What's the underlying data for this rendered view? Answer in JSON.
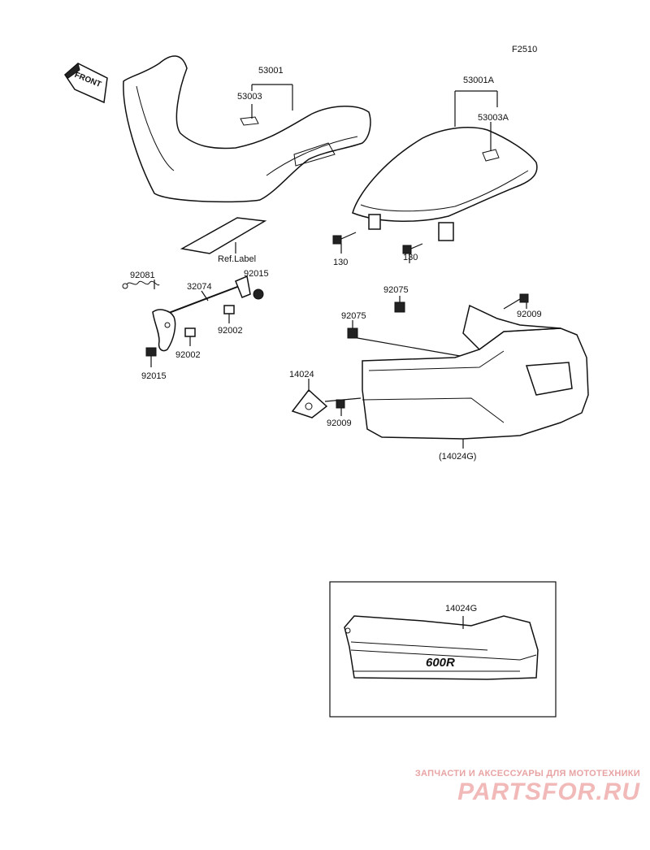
{
  "figure_code": "F2510",
  "front_tag": "FRONT",
  "ref_label": "Ref.Label",
  "inset_logo": "600R",
  "callouts": {
    "seat_front": "53001",
    "seat_front_emblem": "53003",
    "seat_rear": "53001A",
    "seat_rear_emblem": "53003A",
    "bolt_left": "130",
    "bolt_right": "130",
    "spring": "92081",
    "cable": "32074",
    "nut_top": "92015",
    "grommet_a": "92002",
    "grommet_b": "92002",
    "nut_bottom": "92015",
    "clip_upper": "92075",
    "clip_lower": "92075",
    "screw_right": "92009",
    "bracket": "14024",
    "screw_left": "92009",
    "cover_assy": "(14024G)",
    "inset_cover": "14024G"
  },
  "watermark": {
    "tagline": "ЗАПЧАСТИ И АКСЕССУАРЫ ДЛЯ МОТОТЕХНИКИ",
    "logo": "PARTSFOR.RU"
  }
}
